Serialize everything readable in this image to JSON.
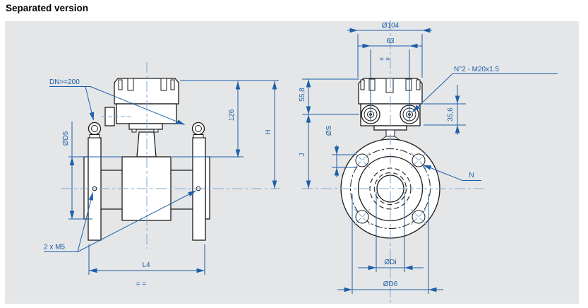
{
  "title": "Separated version",
  "colors": {
    "panel_background": "#e4e6e8",
    "outline": "#1c1c1c",
    "dimension_blue": "#1d5fa8",
    "centerline_blue": "#7fa8d6"
  },
  "side_view": {
    "dn_note": "DN>=200",
    "m5_note": "2 x M5",
    "dim_d5": "ØD5",
    "dim_l4": "L4",
    "dim_126": "126",
    "dim_h": "H",
    "symmetry": "= ="
  },
  "front_view": {
    "gland_note": "N°2 - M20x1.5",
    "dim_104": "Ø104",
    "dim_63": "63",
    "symmetry": "= =",
    "dim_55_8": "55,8",
    "dim_35_6": "35,6",
    "dim_j": "J",
    "dim_s": "ØS",
    "dim_n": "N",
    "dim_di": "ØDi",
    "dim_d6": "ØD6"
  }
}
